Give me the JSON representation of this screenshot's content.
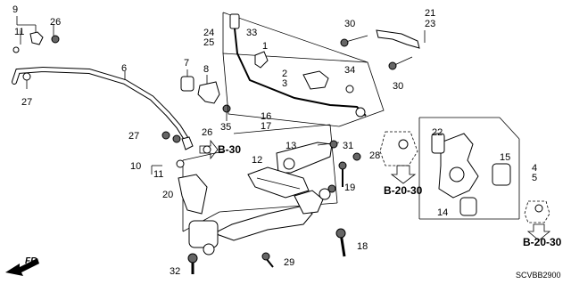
{
  "labels": {
    "p9": "9",
    "p26a": "26",
    "p11a": "11",
    "p27": "27",
    "p6": "6",
    "p7": "7",
    "p8": "8",
    "p35": "35",
    "p24": "24",
    "p25": "25",
    "p33": "33",
    "p1": "1",
    "p2": "2",
    "p3": "3",
    "p34": "34",
    "p30a": "30",
    "p21": "21",
    "p23": "23",
    "p30b": "30",
    "p16": "16",
    "p17": "17",
    "p13": "13",
    "p31": "31",
    "p12": "12",
    "p28": "28",
    "p19": "19",
    "p27b": "27",
    "p26b": "26",
    "p10": "10",
    "p11b": "11",
    "p20": "20",
    "p22": "22",
    "p15": "15",
    "p4": "4",
    "p5": "5",
    "p14": "14",
    "p18": "18",
    "p29": "29",
    "p32": "32"
  },
  "refs": {
    "b30": "B-30",
    "b2030a": "B-20-30",
    "b2030b": "B-20-30"
  },
  "direction": "FR.",
  "diagram_code": "SCVBB2900"
}
